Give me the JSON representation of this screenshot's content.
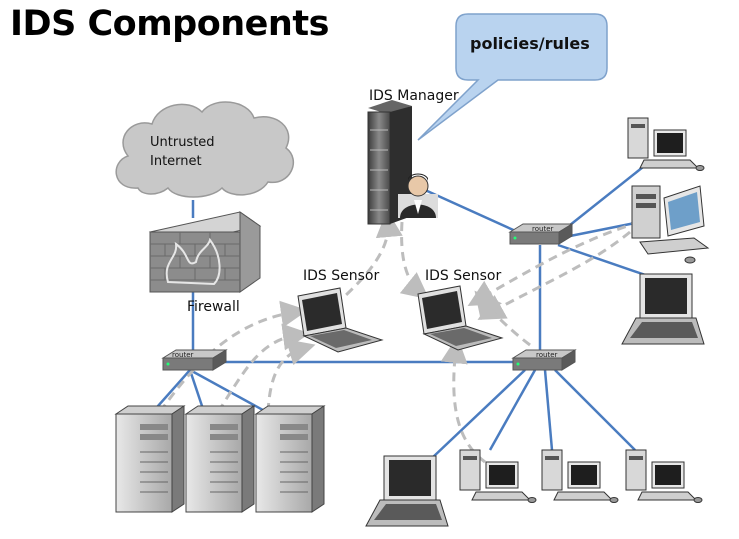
{
  "title": "IDS Components",
  "callout": "policies/rules",
  "labels": {
    "ids_manager": "IDS Manager",
    "internet_line1": "Untrusted",
    "internet_line2": "Internet",
    "firewall": "Firewall",
    "sensor_left": "IDS Sensor",
    "sensor_right": "IDS Sensor",
    "router": "router"
  },
  "colors": {
    "link": "#4a7cc0",
    "dashed": "#bdbdbd",
    "cloud": "#c8c8c8",
    "callout": "#b9d3ef"
  },
  "icons": [
    "cloud-icon",
    "firewall-icon",
    "server-rack-icon",
    "admin-person-icon",
    "router-icon",
    "laptop-icon",
    "desktop-computer-icon",
    "tower-server-icon"
  ]
}
